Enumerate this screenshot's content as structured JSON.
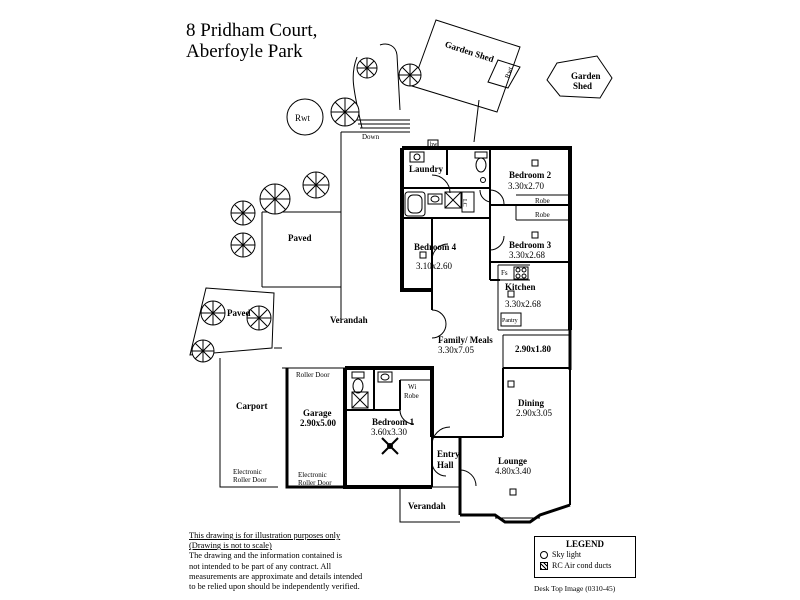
{
  "title": {
    "line1": "8 Pridham Court,",
    "line2": "Aberfoyle Park"
  },
  "rooms": {
    "garden_shed_1": "Garden Shed",
    "rwt_shed": "Rwt",
    "garden_shed_2_line1": "Garden",
    "garden_shed_2_line2": "Shed",
    "rwt_tank": "Rwt",
    "down": "Down",
    "hw": "hw",
    "laundry": "Laundry",
    "bedroom2": "Bedroom 2",
    "bedroom2_size": "3.30x2.70",
    "robe1": "Robe",
    "robe2": "Robe",
    "bedroom3": "Bedroom 3",
    "bedroom3_size": "3.30x2.68",
    "bedroom4": "Bedroom 4",
    "bedroom4_size": "3.10x2.60",
    "lc": "LC",
    "fs": "Fs",
    "kitchen": "Kitchen",
    "kitchen_size": "3.30x2.68",
    "pantry": "Pantry",
    "paved1": "Paved",
    "paved2": "Paved",
    "verandah_main": "Verandah",
    "family_meals": "Family/ Meals",
    "family_meals_size": "3.30x7.05",
    "alcove_size": "2.90x1.80",
    "roller_door_top": "Roller Door",
    "carport": "Carport",
    "garage": "Garage",
    "garage_size": "2.90x5.00",
    "wi_robe_line1": "Wi",
    "wi_robe_line2": "Robe",
    "bedroom1": "Bedroom 1",
    "bedroom1_size": "3.60x3.30",
    "dining": "Dining",
    "dining_size": "2.90x3.05",
    "entry_line1": "Entry",
    "entry_line2": "Hall",
    "lounge": "Lounge",
    "lounge_size": "4.80x3.40",
    "electronic_roller_door_1_line1": "Electronic",
    "electronic_roller_door_1_line2": "Roller Door",
    "electronic_roller_door_2_line1": "Electronic",
    "electronic_roller_door_2_line2": "Roller Door",
    "verandah_front": "Verandah"
  },
  "disclaimer": {
    "line1": "This drawing is for illustration purposes only",
    "line2": "(Drawing is not to scale)",
    "line3": "The drawing and the information contained is",
    "line4": "not intended to be part of any contract.  All",
    "line5": "measurements are approximate and details intended",
    "line6": "to be relied upon should be independently verified."
  },
  "legend": {
    "title": "LEGEND",
    "skylight": "Sky light",
    "ducts": "RC Air cond ducts"
  },
  "footer": "Desk Top Image   (0310-45)"
}
